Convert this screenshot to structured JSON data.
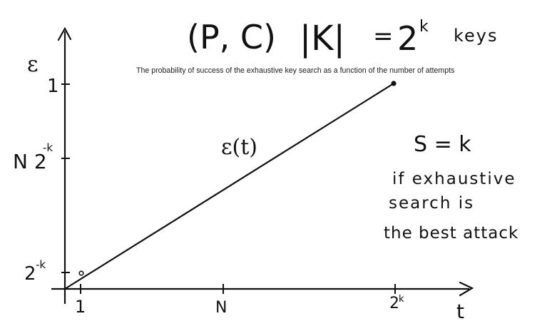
{
  "header": {
    "pair": "(P, C)",
    "keyspace_lhs": "|K|",
    "keyspace_eq": "=",
    "keyspace_base": "2",
    "keyspace_exp": "k",
    "keyspace_unit": "keys"
  },
  "caption": "The probability of success of the exhaustive key search as a function of the number of attempts",
  "y_axis": {
    "symbol": "ε",
    "tick_top": "1",
    "tick_mid_coef": "N 2",
    "tick_mid_exp": "-k",
    "tick_low_base": "2",
    "tick_low_exp": "-k"
  },
  "x_axis": {
    "symbol": "t",
    "tick_1": "1",
    "tick_N": "N",
    "tick_end_base": "2",
    "tick_end_exp": "k"
  },
  "curve_label": "ε(t)",
  "notes": {
    "s_eq": "S = k",
    "line1": "if exhaustive",
    "line2": "search is",
    "line3": "the best attack"
  }
}
